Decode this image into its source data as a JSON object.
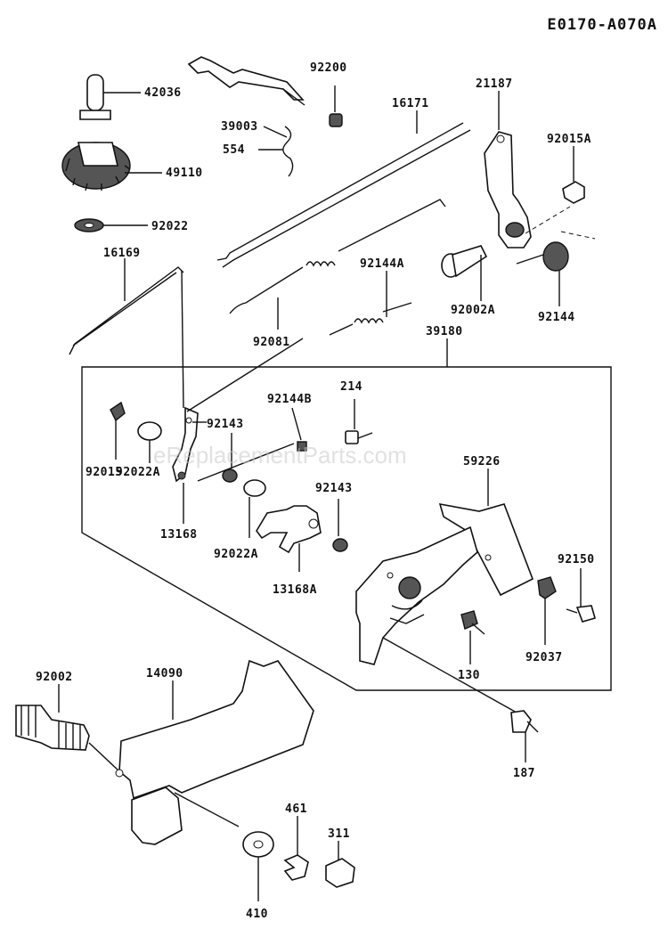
{
  "diagram": {
    "code": "E0170-A070A",
    "watermark": "eReplacementParts.com",
    "labels": {
      "p42036": "42036",
      "p49110": "49110",
      "p92022": "92022",
      "p16169": "16169",
      "p39003": "39003",
      "p554": "554",
      "p92200": "92200",
      "p16171": "16171",
      "p21187": "21187",
      "p92015A": "92015A",
      "p92144A": "92144A",
      "p92081": "92081",
      "p92002A": "92002A",
      "p92144": "92144",
      "p39180": "39180",
      "p92015": "92015",
      "p92022A_1": "92022A",
      "p92143_1": "92143",
      "p13168": "13168",
      "p92144B": "92144B",
      "p214": "214",
      "p92022A_2": "92022A",
      "p13168A": "13168A",
      "p92143_2": "92143",
      "p59226": "59226",
      "p92150": "92150",
      "p92037": "92037",
      "p130": "130",
      "p187": "187",
      "p92002": "92002",
      "p14090": "14090",
      "p461": "461",
      "p311": "311",
      "p410": "410"
    }
  }
}
